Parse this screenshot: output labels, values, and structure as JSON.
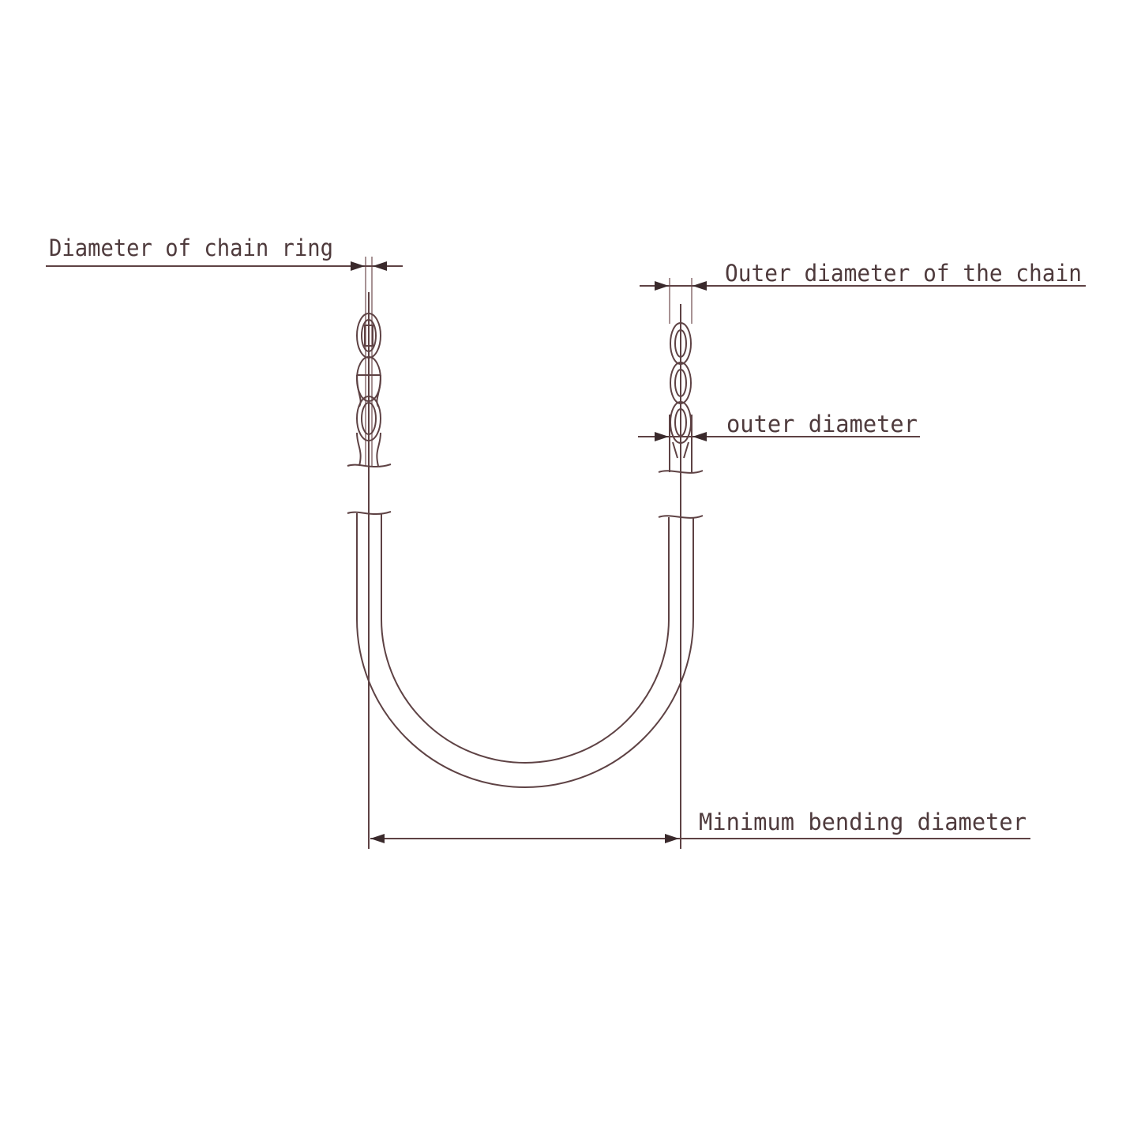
{
  "labels": {
    "chain_ring": "Diameter of chain ring",
    "outer_chain": "Outer diameter of the chain",
    "outer": "outer diameter",
    "bending": "Minimum bending diameter"
  },
  "colors": {
    "line": "#5e4244",
    "text": "#4e3a3c"
  }
}
